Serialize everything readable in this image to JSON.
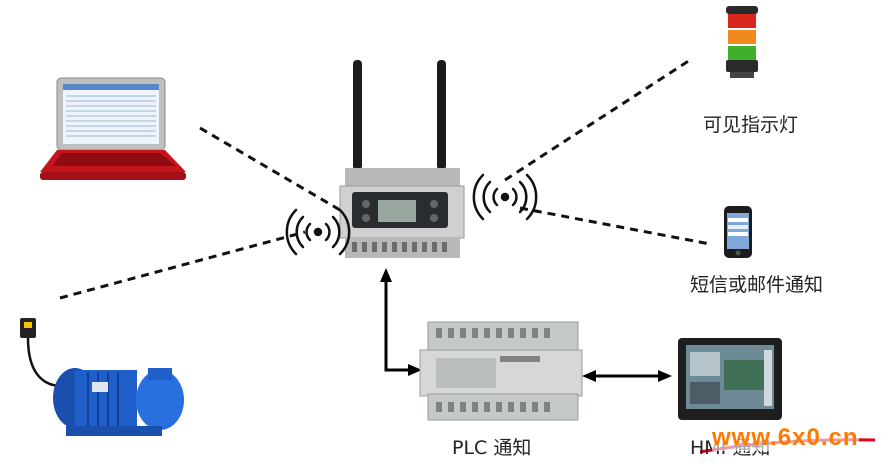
{
  "labels": {
    "indicator": "可见指示灯",
    "sms_email": "短信或邮件通知",
    "plc": "PLC 通知",
    "hmi": "HMI 通知"
  },
  "watermark": "www.6x0.cn",
  "colors": {
    "laptop_red": "#c4141c",
    "pump_blue": "#1f5fc9",
    "gateway_gray": "#c9cbcb",
    "watermark_orange": "#ff7a00",
    "watermark_red": "#e3001b",
    "light_red": "#d8261d",
    "light_orange": "#f08a1c",
    "light_green": "#3fae2a"
  },
  "icons": [
    "laptop-icon",
    "gateway-icon",
    "stack-light-icon",
    "smartphone-icon",
    "pump-motor-icon",
    "plc-icon",
    "hmi-icon",
    "wireless-signal-icon"
  ]
}
